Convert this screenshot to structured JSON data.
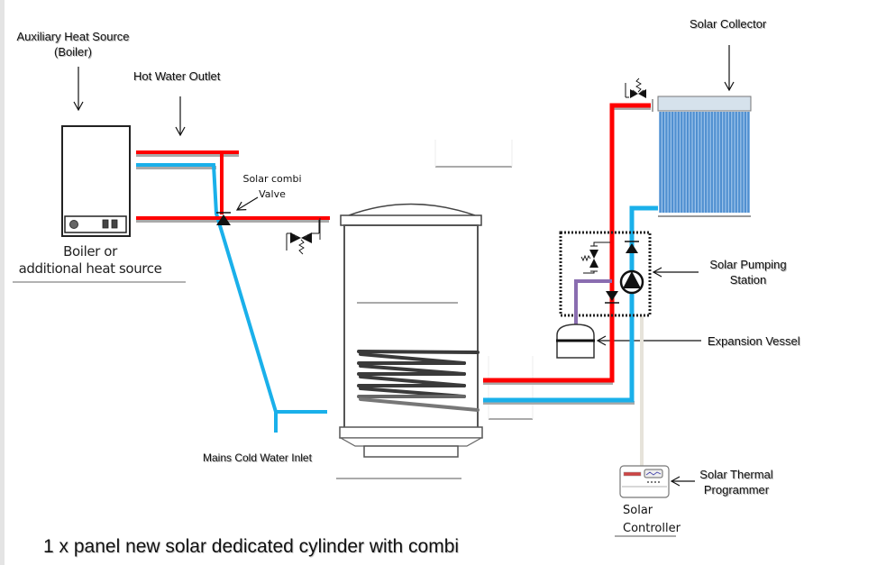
{
  "diagram": {
    "title": "1 x panel new solar dedicated cylinder with combi",
    "colors": {
      "hot_pipe": "#ff0000",
      "cold_pipe": "#1ab0ea",
      "expansion_pipe": "#8a6db0",
      "collector_tubes": "#4f8fd0",
      "collector_header": "#d6e2ec",
      "outline": "#333333",
      "pipe_shadow": "#a8a8a8"
    },
    "labels": {
      "auxiliary_heat_source": "Auxiliary Heat Source",
      "auxiliary_heat_source_sub": "(Boiler)",
      "hot_water_outlet": "Hot Water Outlet",
      "boiler_caption_line1": "Boiler or",
      "boiler_caption_line2": "additional heat source",
      "solar_combi_valve_line1": "Solar combi",
      "solar_combi_valve_line2": "Valve",
      "mains_cold_water_inlet": "Mains Cold Water Inlet",
      "solar_collector": "Solar Collector",
      "solar_pumping_station_line1": "Solar Pumping",
      "solar_pumping_station_line2": "Station",
      "expansion_vessel": "Expansion Vessel",
      "solar_thermal_programmer_line1": "Solar Thermal",
      "solar_thermal_programmer_line2": "Programmer",
      "solar_controller_line1": "Solar",
      "solar_controller_line2": "Controller"
    },
    "components": [
      {
        "id": "boiler",
        "name": "Boiler or additional heat source"
      },
      {
        "id": "combi-valve",
        "name": "Solar combi Valve"
      },
      {
        "id": "cylinder",
        "name": "Solar dedicated cylinder with twin coil"
      },
      {
        "id": "solar-collector",
        "name": "Solar Collector (evacuated tubes)"
      },
      {
        "id": "pumping-station",
        "name": "Solar Pumping Station"
      },
      {
        "id": "expansion-vessel",
        "name": "Expansion Vessel"
      },
      {
        "id": "controller",
        "name": "Solar Thermal Programmer"
      }
    ],
    "collector_tube_count": 30
  }
}
